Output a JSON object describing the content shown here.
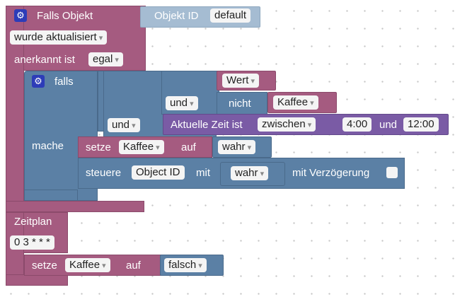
{
  "event_block": {
    "title": "Falls Objekt",
    "object_label": "Objekt ID",
    "object_value": "default",
    "trigger_value": "wurde aktualisiert",
    "ack_label": "anerkannt ist",
    "ack_value": "egal"
  },
  "if_block": {
    "if_label": "falls",
    "do_label": "mache",
    "var_value": "Wert",
    "and_label_1": "und",
    "not_label": "nicht",
    "not_var_value": "Kaffee",
    "and_label_2": "und",
    "time_label": "Aktuelle Zeit ist",
    "time_op": "zwischen",
    "time_from": "4:00",
    "time_and": "und",
    "time_to": "12:00"
  },
  "set_block_1": {
    "set_label": "setze",
    "var_value": "Kaffee",
    "to_label": "auf",
    "bool_value": "wahr"
  },
  "control_block": {
    "label": "steuere",
    "object_value": "Object ID",
    "with_label": "mit",
    "bool_value": "wahr",
    "delay_label": "mit Verzögerung"
  },
  "schedule_block": {
    "title": "Zeitplan",
    "cron": "0 3 * * *"
  },
  "set_block_2": {
    "set_label": "setze",
    "var_value": "Kaffee",
    "to_label": "auf",
    "bool_value": "falsch"
  },
  "colors": {
    "event": "#a55b80",
    "logic": "#5b80a5",
    "time": "#7a5ba5",
    "gear": "#2d3cb8"
  }
}
